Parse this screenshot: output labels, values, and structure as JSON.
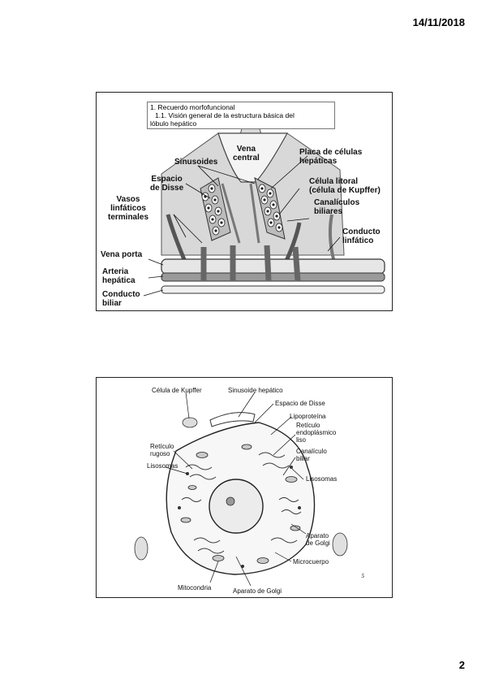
{
  "header": {
    "date": "14/11/2018"
  },
  "footer": {
    "page_number": "2"
  },
  "slide1": {
    "title_line1": "1. Recuerdo morfofuncional",
    "title_line2": "1.1. Visión general de la estructura básica del",
    "title_line3": "lóbulo hepático",
    "labels": {
      "vena_central_1": "Vena",
      "vena_central_2": "central",
      "sinusoides": "Sinusoides",
      "placa_1": "Placa de células",
      "placa_2": "hepáticas",
      "espacio_1": "Espacio",
      "espacio_2": "de Disse",
      "celula_litoral_1": "Célula litoral",
      "celula_litoral_2": "(célula de Kupffer)",
      "vasos_1": "Vasos",
      "vasos_2": "linfáticos",
      "vasos_3": "terminales",
      "canaliculos_1": "Canalículos",
      "canaliculos_2": "biliares",
      "conducto_linf_1": "Conducto",
      "conducto_linf_2": "linfático",
      "vena_porta": "Vena porta",
      "arteria_1": "Arteria",
      "arteria_2": "hepática",
      "conducto_biliar_1": "Conducto",
      "conducto_biliar_2": "biliar"
    }
  },
  "slide2": {
    "labels": {
      "kupffer": "Célula de Kupffer",
      "sinusoide": "Sinusoide hepático",
      "disse": "Espacio de Disse",
      "lipoproteina": "Lipoproteína",
      "reticulo_liso_1": "Retículo",
      "reticulo_liso_2": "endoplásmico",
      "reticulo_liso_3": "liso",
      "reticulo_rugoso_1": "Retículo",
      "reticulo_rugoso_2": "rugoso",
      "canaliculo_1": "Canalículo",
      "canaliculo_2": "biliar",
      "lisosomas_left": "Lisosomas",
      "lisosomas_right": "Lisosomas",
      "golgi_right_1": "Aparato",
      "golgi_right_2": "de Golgi",
      "microcuerpo": "Microcuerpo",
      "mitocondria": "Mitocondria",
      "golgi_bottom": "Aparato de Golgi"
    },
    "slide_number": "5"
  }
}
